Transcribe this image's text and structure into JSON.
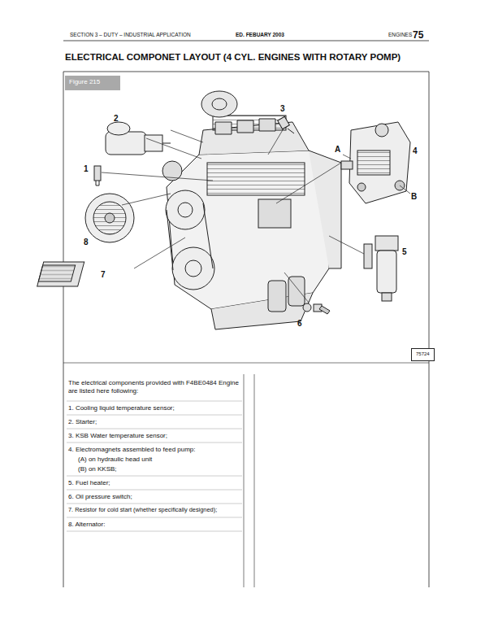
{
  "diagram": {
    "title": "ELECTRICAL COMPONET LAYOUT (4 CYL. ENGINES WITH ROTARY POMP)",
    "nodes": [
      {
        "text": [
          "Figure 215"
        ]
      },
      {
        "text": [
          "75724"
        ]
      }
    ],
    "labels": [
      "SECTION 3 – DUTY – INDUSTRIAL APPLICATION",
      "ED. FEBUARY 2003",
      "ENGINES",
      "75",
      "2",
      "3",
      "4",
      "1",
      "8",
      "7",
      "6",
      "5",
      "A",
      "B",
      "The electrical components provided with F4BE0484 Engine are listed here following:",
      "1. Cooling liquid temperature sensor;",
      "2. Starter;",
      "3. KSB Water temperature sensor;",
      "4. Electromagnets assembled to feed pump:",
      "(A) on hydraulic head unit",
      "(B) on KKSB;",
      "5. Fuel heater;",
      "6. Oil pressure switch;",
      "7. Resistor for cold start (whether specifically designed);",
      "8. Alternator:"
    ]
  }
}
